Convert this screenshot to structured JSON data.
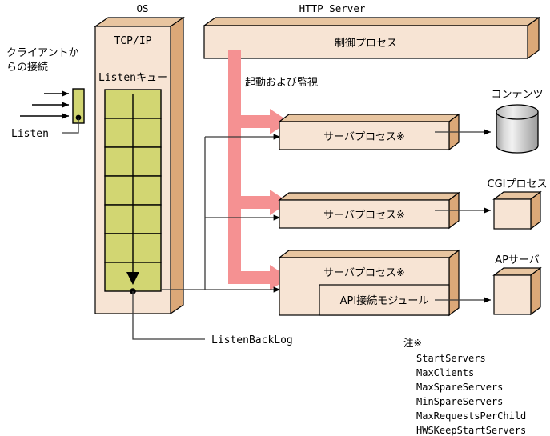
{
  "figure": {
    "os_title": "OS",
    "http_title": "HTTP Server"
  },
  "client": {
    "caption_line1": "クライアントか",
    "caption_line2": "らの接続",
    "listen_label": "Listen",
    "arrow_count": 3
  },
  "os": {
    "stack_label": "TCP/IP",
    "queue_label": "Listenキュー",
    "queue_cells": 7,
    "backlog_label": "ListenBackLog"
  },
  "http_server": {
    "control_process": "制御プロセス",
    "supervise_label": "起動および監視",
    "server_processes": [
      {
        "label": "サーバプロセス※"
      },
      {
        "label": "サーバプロセス※"
      },
      {
        "label": "サーバプロセス※"
      }
    ],
    "api_module": "API接続モジュール"
  },
  "externals": [
    {
      "name": "コンテンツ",
      "shape": "cylinder"
    },
    {
      "name": "CGIプロセス",
      "shape": "box"
    },
    {
      "name": "APサーバ",
      "shape": "box"
    }
  ],
  "note": {
    "heading": "注※",
    "items": [
      "StartServers",
      "MaxClients",
      "MaxSpareServers",
      "MinSpareServers",
      "MaxRequestsPerChild",
      "HWSKeepStartServers"
    ]
  },
  "colors": {
    "box_face": "#f7e4d4",
    "box_side": "#dba878",
    "box_top": "#e8c5a0",
    "queue_fill": "#d2d672",
    "flow_arrow": "#f59192",
    "line": "#3a3a3a"
  }
}
